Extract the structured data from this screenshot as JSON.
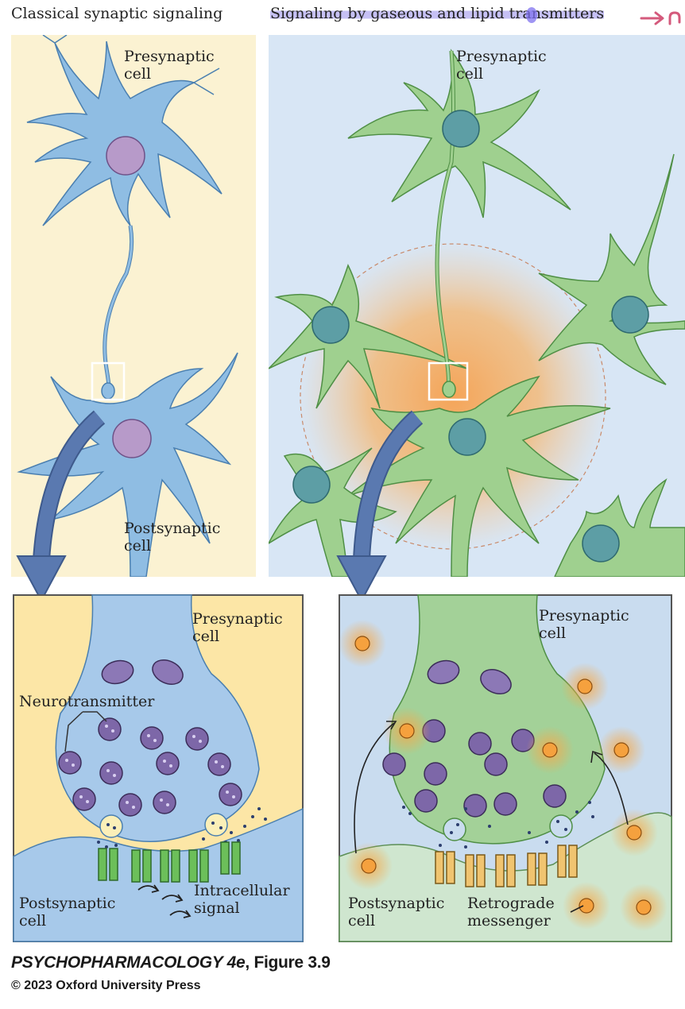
{
  "headers": {
    "left": "Classical synaptic signaling",
    "right": "Signaling by gaseous and lipid transmitters"
  },
  "top_left": {
    "presynaptic": [
      "Presynaptic",
      "cell"
    ],
    "postsynaptic": [
      "Postsynaptic",
      "cell"
    ]
  },
  "top_right": {
    "presynaptic": [
      "Presynaptic",
      "cell"
    ]
  },
  "bottom_left": {
    "presynaptic": [
      "Presynaptic",
      "cell"
    ],
    "neurotransmitter": "Neurotransmitter",
    "postsynaptic": [
      "Postsynaptic",
      "cell"
    ],
    "intracellular": [
      "Intracellular",
      "signal"
    ]
  },
  "bottom_right": {
    "presynaptic": [
      "Presynaptic",
      "cell"
    ],
    "postsynaptic": [
      "Postsynaptic",
      "cell"
    ],
    "retrograde": [
      "Retrograde",
      "messenger"
    ]
  },
  "caption": {
    "title": "PSYCHOPHARMACOLOGY 4e",
    "figure": ", Figure 3.9",
    "copyright": "© 2023 Oxford University Press"
  },
  "colors": {
    "panel_yellow": "#fbf2d2",
    "panel_blue": "#d8e6f5",
    "neuron_blue": "#8fbde3",
    "neuron_green": "#9fd08f",
    "nucleus_purple": "#b79ac9",
    "nucleus_teal": "#5d9ea5",
    "glow_orange": "#f6b46a",
    "arrow_blue": "#5a79b0",
    "highlight": "#9b8df0",
    "annotation_pink": "#d45a7c"
  }
}
